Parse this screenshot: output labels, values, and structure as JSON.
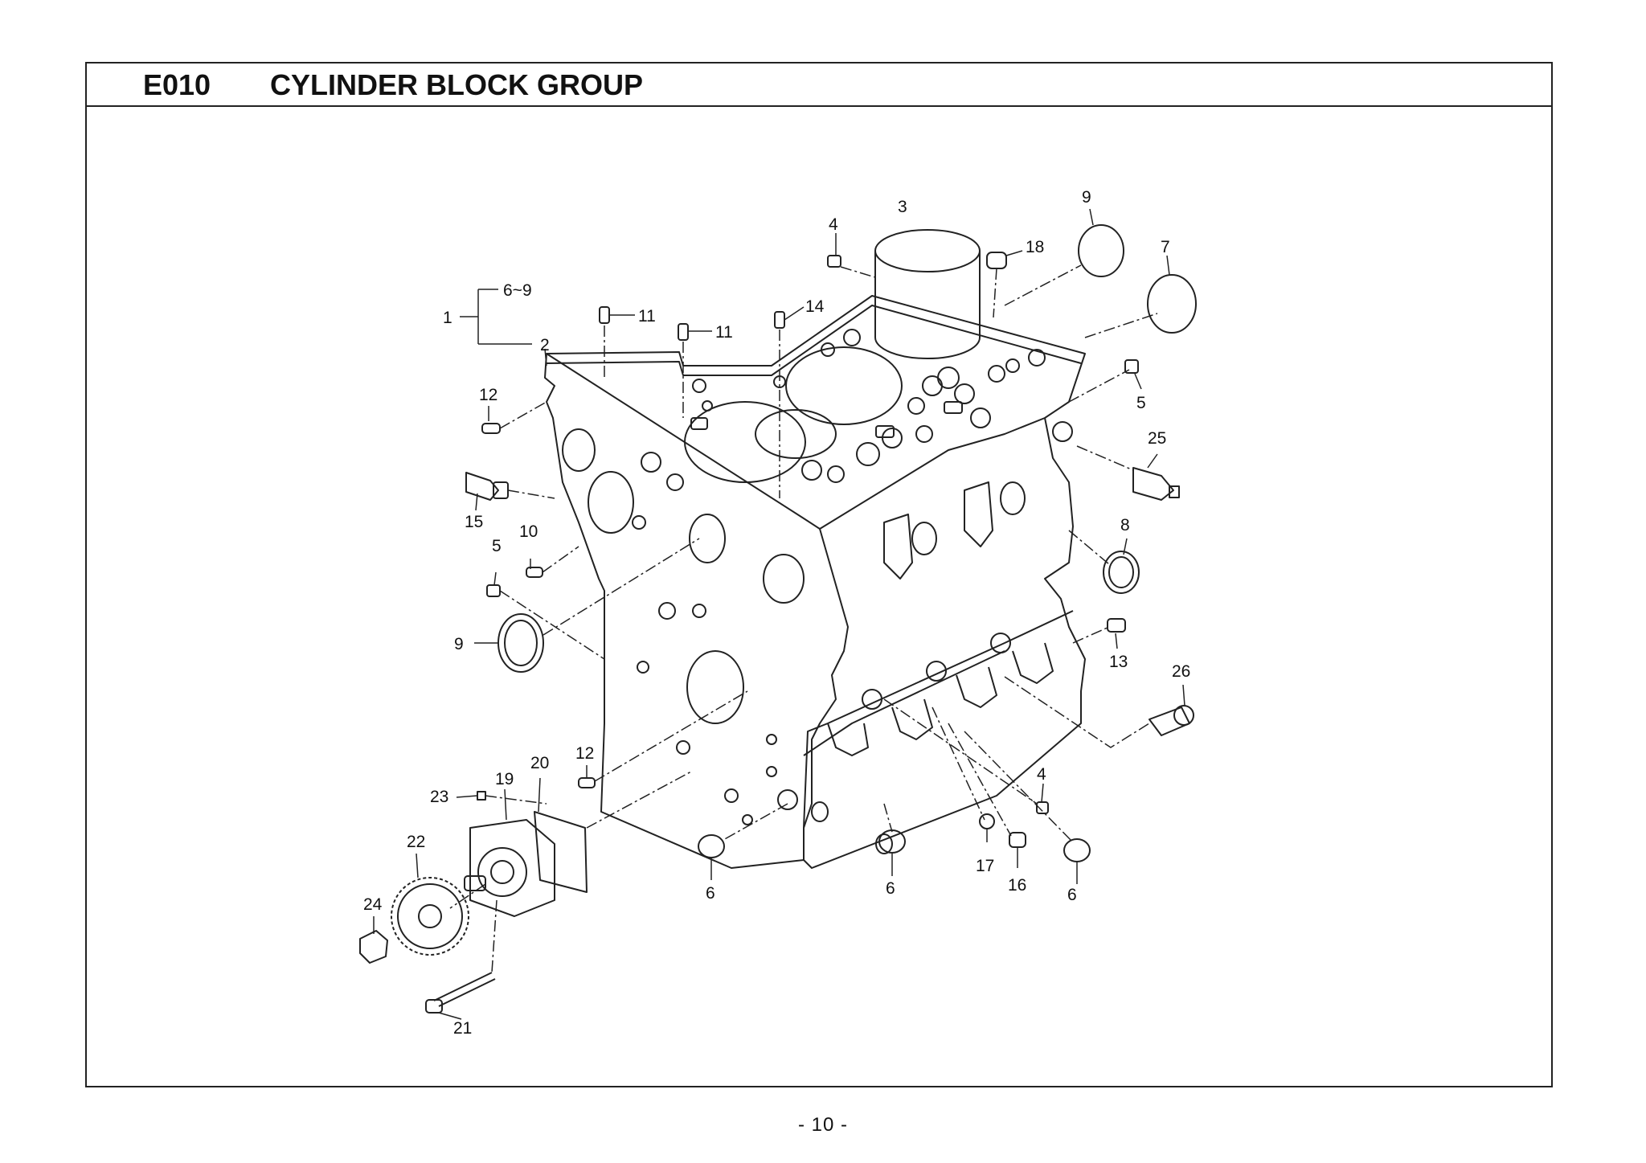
{
  "header": {
    "code": "E010",
    "title": "CYLINDER BLOCK GROUP"
  },
  "callouts": {
    "c1": "1",
    "c6to9": "6~9",
    "c2": "2",
    "c3": "3",
    "c4a": "4",
    "c4b": "4",
    "c5a": "5",
    "c5b": "5",
    "c6a": "6",
    "c6b": "6",
    "c6c": "6",
    "c7": "7",
    "c8": "8",
    "c9a": "9",
    "c9b": "9",
    "c10": "10",
    "c11a": "11",
    "c11b": "11",
    "c12a": "12",
    "c12b": "12",
    "c13": "13",
    "c14": "14",
    "c15": "15",
    "c16": "16",
    "c17": "17",
    "c18": "18",
    "c19": "19",
    "c20": "20",
    "c21": "21",
    "c22": "22",
    "c23": "23",
    "c24": "24",
    "c25": "25",
    "c26": "26"
  },
  "footer": {
    "page": "- 10 -"
  }
}
